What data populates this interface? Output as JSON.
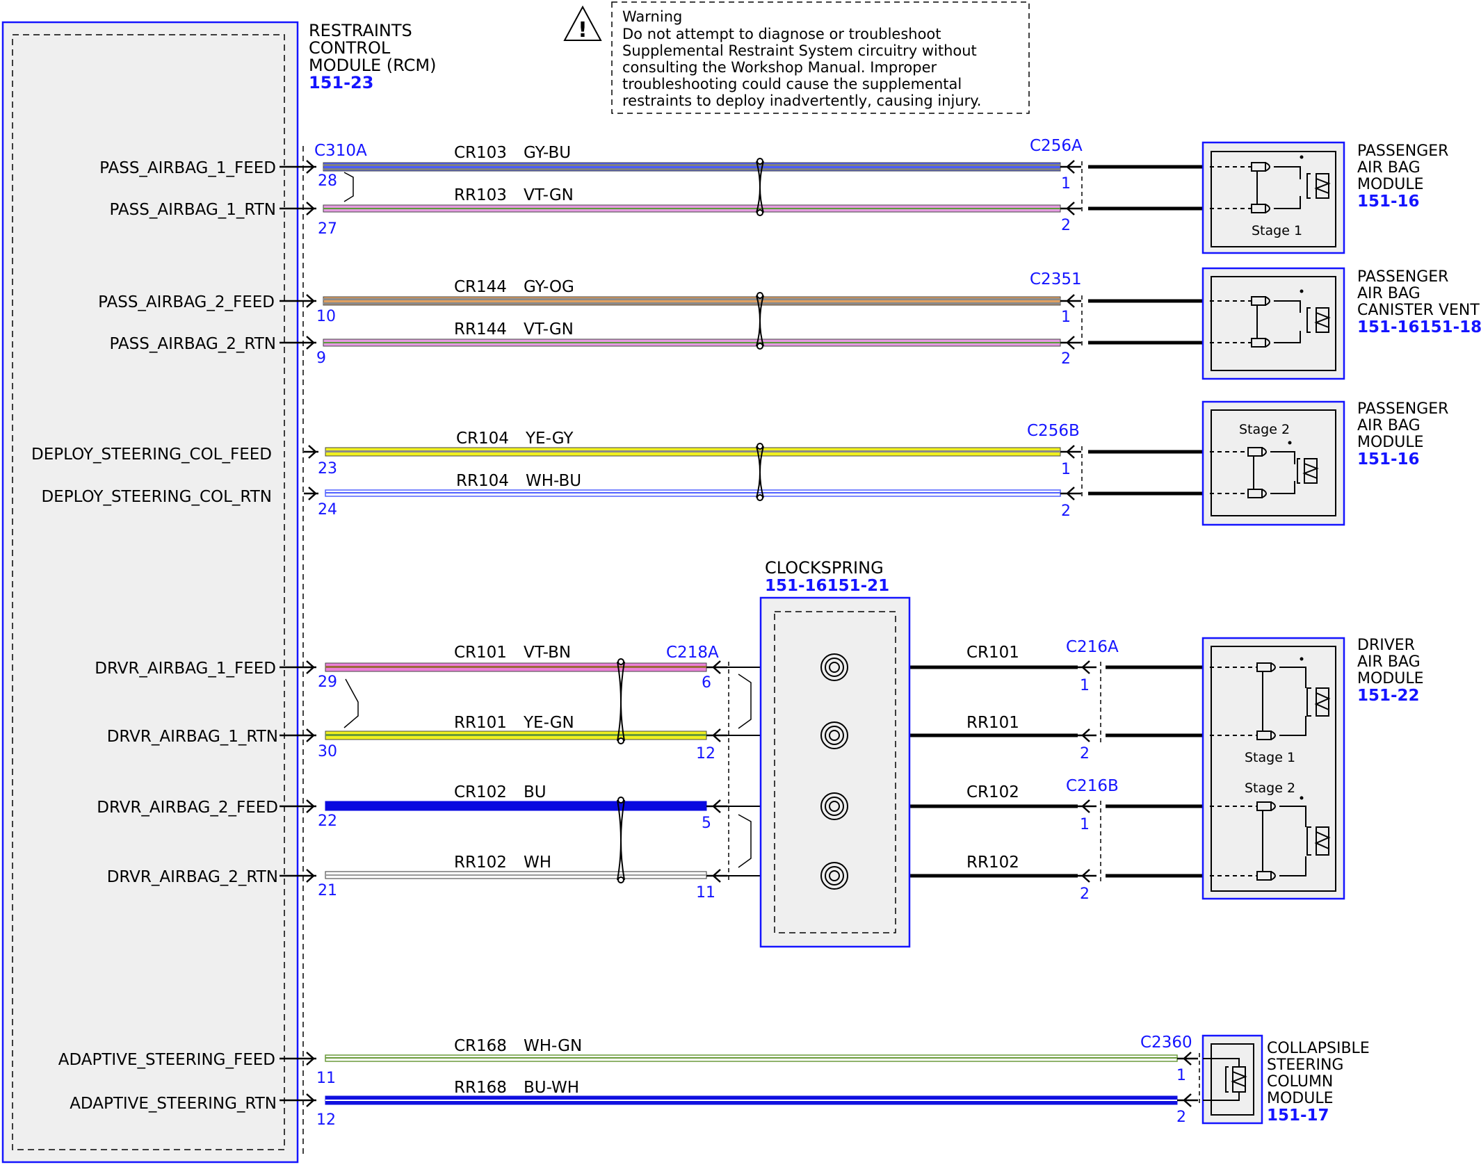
{
  "rcm": {
    "title_lines": [
      "RESTRAINTS",
      "CONTROL",
      "MODULE (RCM)"
    ],
    "ref": "151-23"
  },
  "warning": {
    "title": "Warning",
    "lines": [
      "Do not attempt to diagnose or troubleshoot",
      "Supplemental Restraint System circuitry without",
      "consulting the Workshop Manual. Improper",
      "troubleshooting could cause the supplemental",
      "restraints to deploy inadvertently, causing injury."
    ]
  },
  "rcm_connector": "C310A",
  "signals": [
    {
      "name": "PASS_AIRBAG_1_FEED",
      "pin": "28",
      "circuit": "CR103",
      "color": "GY-BU",
      "end_pin": "1"
    },
    {
      "name": "PASS_AIRBAG_1_RTN",
      "pin": "27",
      "circuit": "RR103",
      "color": "VT-GN",
      "end_pin": "2"
    },
    {
      "name": "PASS_AIRBAG_2_FEED",
      "pin": "10",
      "circuit": "CR144",
      "color": "GY-OG",
      "end_pin": "1"
    },
    {
      "name": "PASS_AIRBAG_2_RTN",
      "pin": "9",
      "circuit": "RR144",
      "color": "VT-GN",
      "end_pin": "2"
    },
    {
      "name": "DEPLOY_STEERING_COL_FEED",
      "pin": "23",
      "circuit": "CR104",
      "color": "YE-GY",
      "end_pin": "1"
    },
    {
      "name": "DEPLOY_STEERING_COL_RTN",
      "pin": "24",
      "circuit": "RR104",
      "color": "WH-BU",
      "end_pin": "2"
    },
    {
      "name": "DRVR_AIRBAG_1_FEED",
      "pin": "29",
      "circuit": "CR101",
      "color": "VT-BN",
      "end_pin": "6",
      "far_circuit": "CR101",
      "far_pin": "1"
    },
    {
      "name": "DRVR_AIRBAG_1_RTN",
      "pin": "30",
      "circuit": "RR101",
      "color": "YE-GN",
      "end_pin": "12",
      "far_circuit": "RR101",
      "far_pin": "2"
    },
    {
      "name": "DRVR_AIRBAG_2_FEED",
      "pin": "22",
      "circuit": "CR102",
      "color": "BU",
      "end_pin": "5",
      "far_circuit": "CR102",
      "far_pin": "1"
    },
    {
      "name": "DRVR_AIRBAG_2_RTN",
      "pin": "21",
      "circuit": "RR102",
      "color": "WH",
      "end_pin": "11",
      "far_circuit": "RR102",
      "far_pin": "2"
    },
    {
      "name": "ADAPTIVE_STEERING_FEED",
      "pin": "11",
      "circuit": "CR168",
      "color": "WH-GN",
      "end_pin": "1"
    },
    {
      "name": "ADAPTIVE_STEERING_RTN",
      "pin": "12",
      "circuit": "RR168",
      "color": "BU-WH",
      "end_pin": "2"
    }
  ],
  "connectors": {
    "c256a": "C256A",
    "c2351": "C2351",
    "c256b": "C256B",
    "c218a": "C218A",
    "c216a": "C216A",
    "c216b": "C216B",
    "c2360": "C2360"
  },
  "clockspring": {
    "title": "CLOCKSPRING",
    "ref": "151-16151-21"
  },
  "modules": {
    "pass1": {
      "lines": [
        "PASSENGER",
        "AIR BAG",
        "MODULE"
      ],
      "ref": "151-16",
      "stage": "Stage 1"
    },
    "vent": {
      "lines": [
        "PASSENGER",
        "AIR BAG",
        "CANISTER VENT"
      ],
      "ref": "151-16151-18"
    },
    "pass2": {
      "lines": [
        "PASSENGER",
        "AIR BAG",
        "MODULE"
      ],
      "ref": "151-16",
      "stage": "Stage 2"
    },
    "driver": {
      "lines": [
        "DRIVER",
        "AIR BAG",
        "MODULE"
      ],
      "ref": "151-22",
      "stage1": "Stage 1",
      "stage2": "Stage 2"
    },
    "column": {
      "lines": [
        "COLLAPSIBLE",
        "STEERING",
        "COLUMN",
        "MODULE"
      ],
      "ref": "151-17"
    }
  },
  "wire_colors": {
    "GY-BU": [
      "#808080",
      "#4a5dff"
    ],
    "VT-GN": [
      "#e49ce0",
      "#5a9a3a"
    ],
    "GY-OG": [
      "#8a8a8a",
      "#e0a060"
    ],
    "YE-GY": [
      "#f0f020",
      "#8a8a8a"
    ],
    "WH-BU": [
      "#ffffff",
      "#5060ff"
    ],
    "VT-BN": [
      "#ec80d8",
      "#9a6a3a"
    ],
    "YE-GN": [
      "#f0f020",
      "#6a9a3a"
    ],
    "BU": [
      "#0a0ae0",
      "#0a0ae0"
    ],
    "WH": [
      "#ffffff",
      "#ffffff"
    ],
    "WH-GN": [
      "#ffffff",
      "#6a9a3a"
    ],
    "BU-WH": [
      "#1010e0",
      "#ffffff"
    ]
  },
  "accent": "#1414ff"
}
